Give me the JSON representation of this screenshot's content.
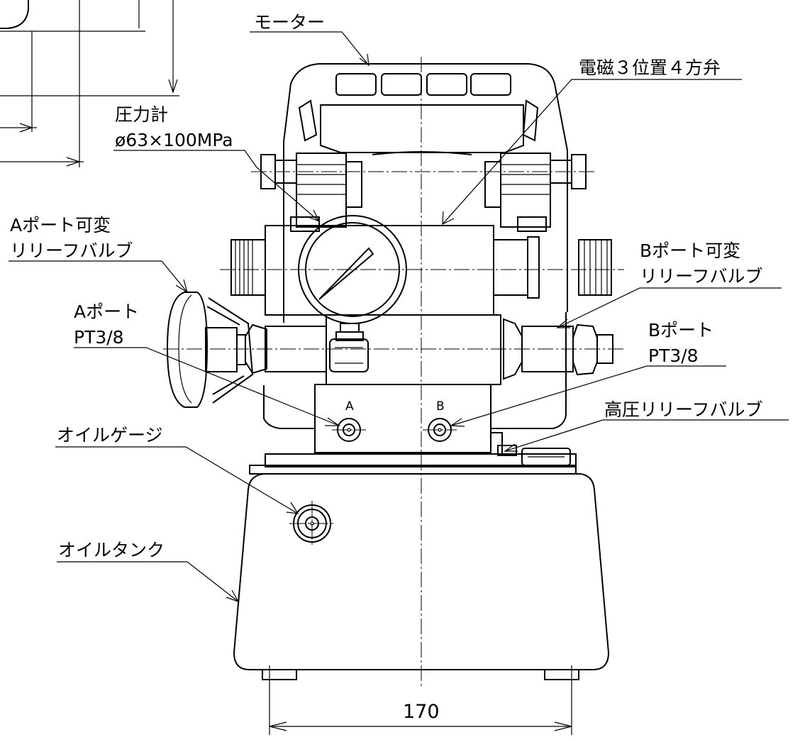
{
  "labels": {
    "motor": "モーター",
    "valve": "電磁３位置４方弁",
    "gauge_line1": "圧力計",
    "gauge_line2": "ø63×100MPa",
    "a_relief_line1": "Aポート可変",
    "a_relief_line2": "リリーフバルブ",
    "b_relief_line1": "Bポート可変",
    "b_relief_line2": "リリーフバルブ",
    "a_port_line1": "Aポート",
    "a_port_line2": "PT3/8",
    "b_port_line1": "Bポート",
    "b_port_line2": "PT3/8",
    "high_relief": "高圧リリーフバルブ",
    "oil_gauge": "オイルゲージ",
    "oil_tank": "オイルタンク",
    "port_a_mark": "A",
    "port_b_mark": "B"
  },
  "dimension": {
    "width": "170"
  }
}
